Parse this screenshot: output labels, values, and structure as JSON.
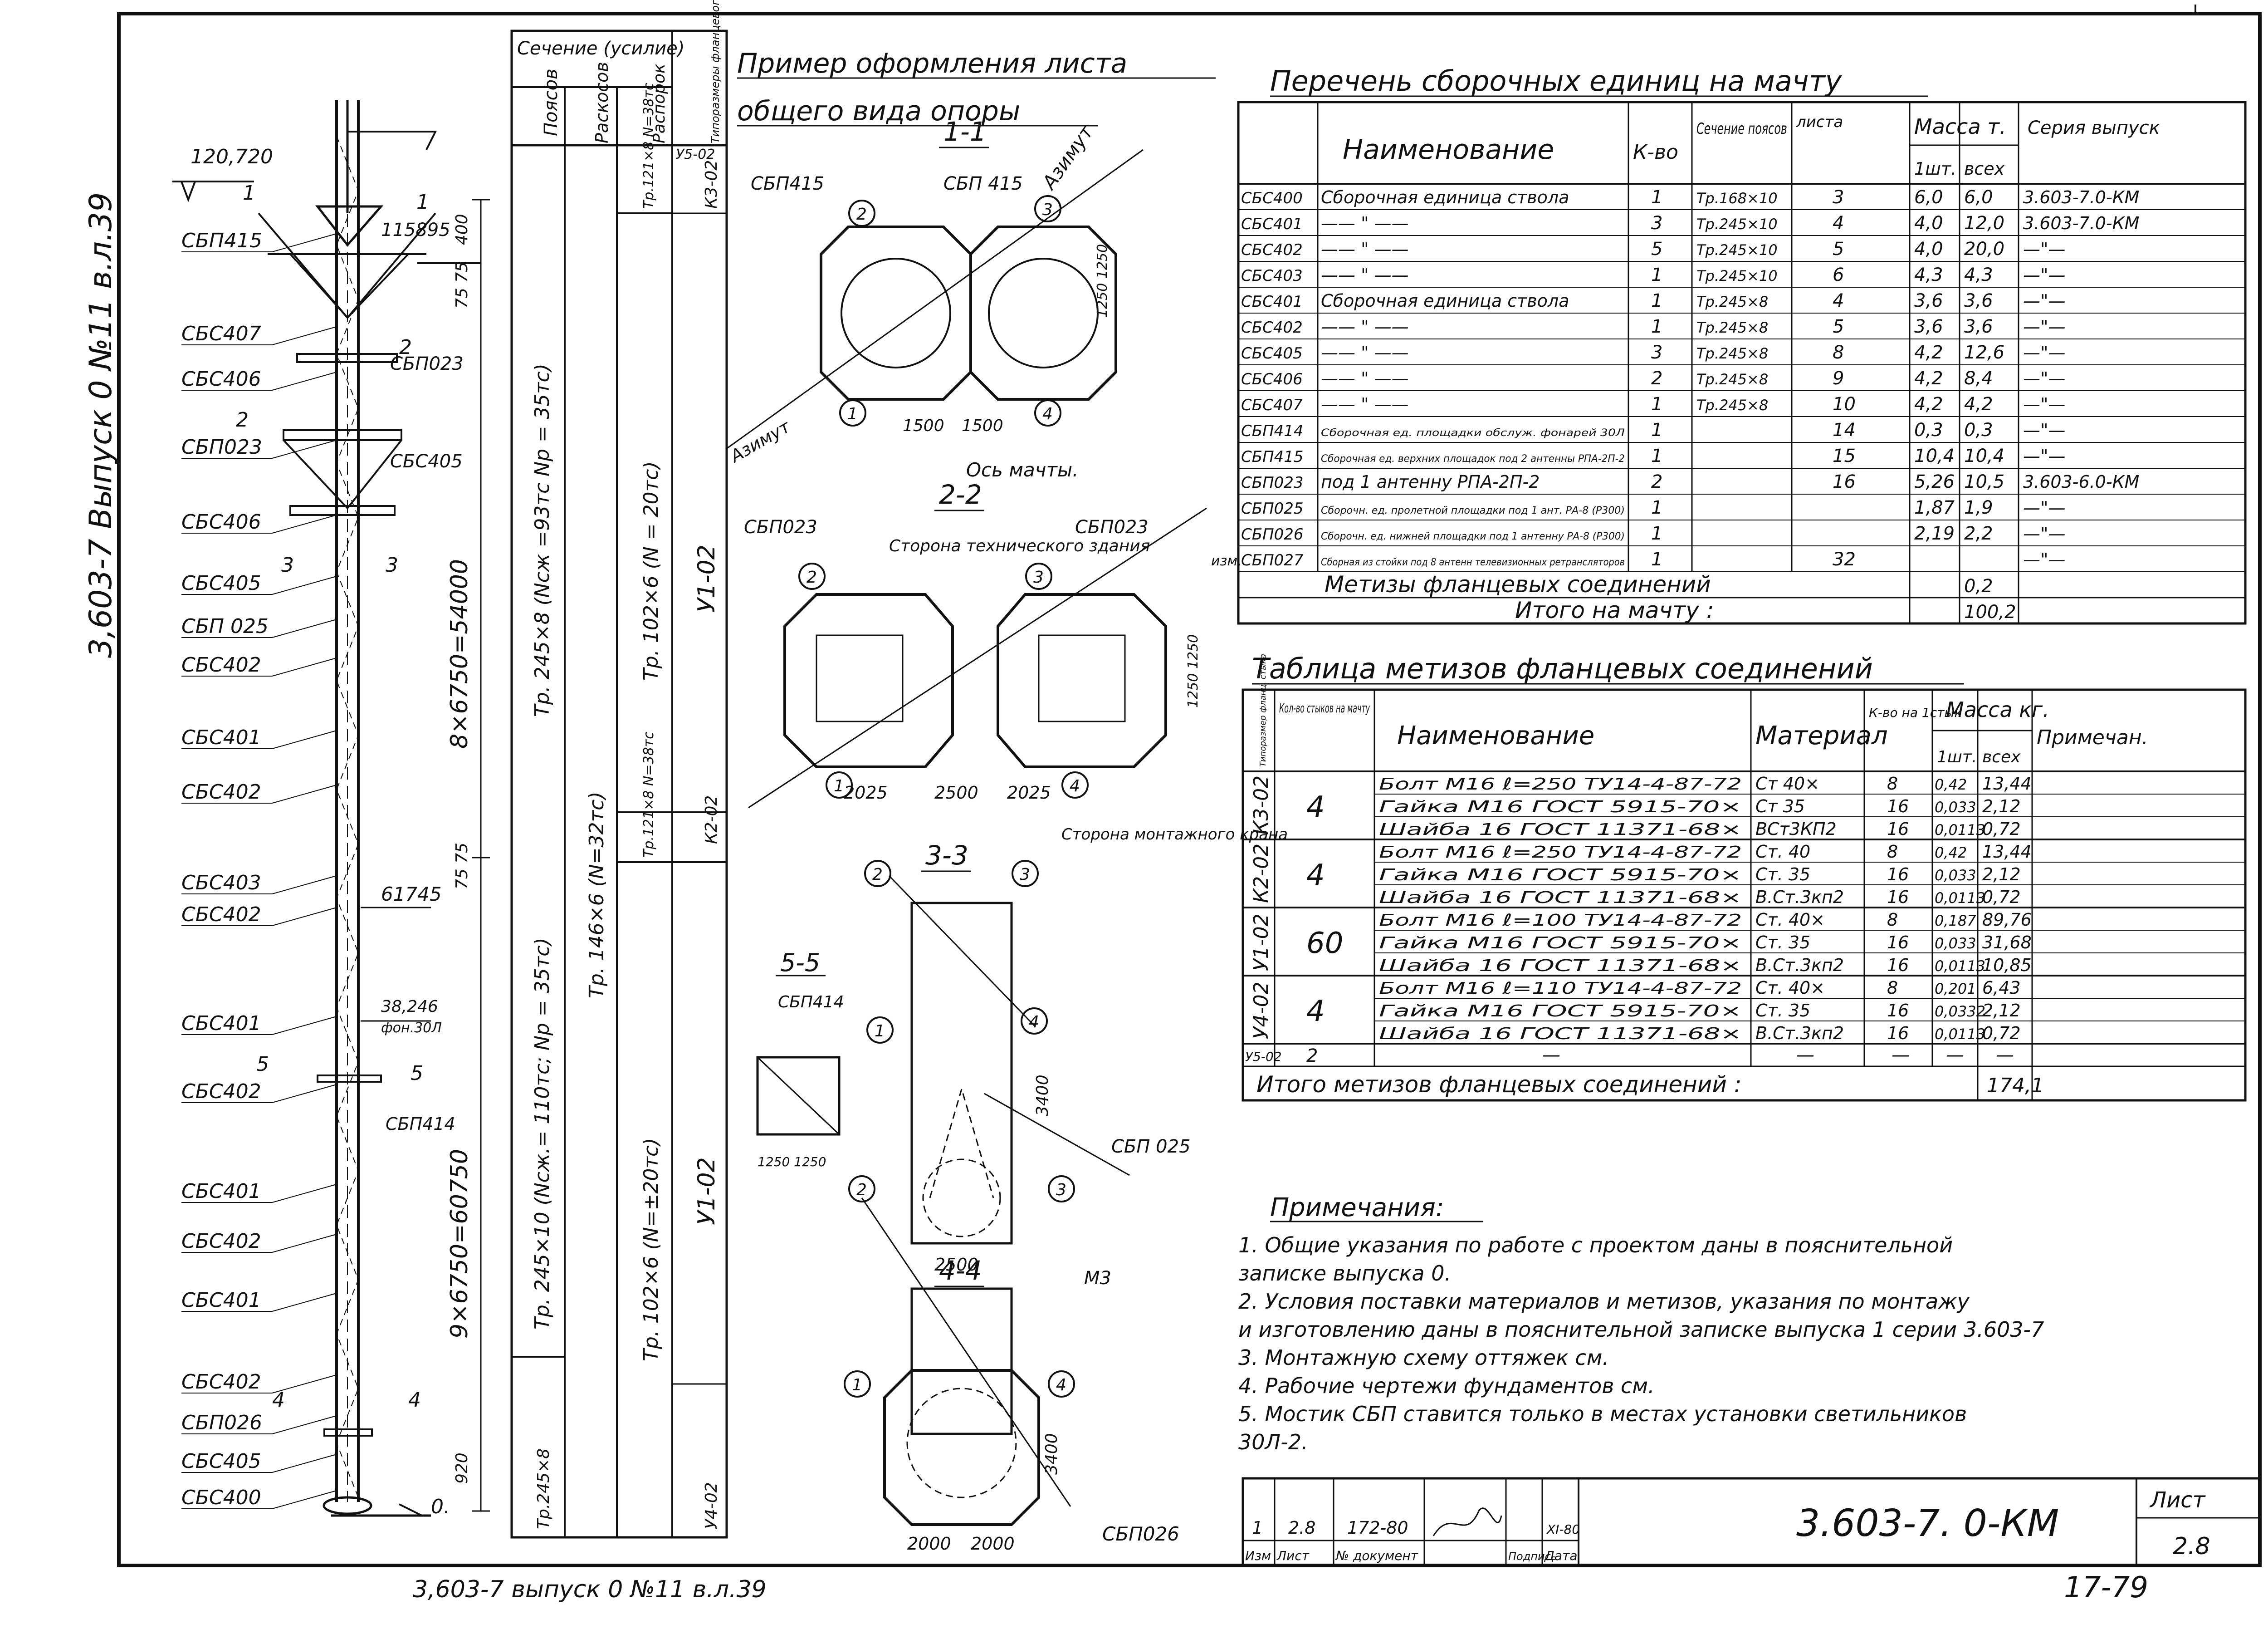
{
  "side_stamp": "3,603-7 Выпуск 0 №11 в.л.39",
  "mast": {
    "labels": [
      "СБП415",
      "СБС407",
      "СБС406",
      "СБП023",
      "СБС406",
      "СБС405",
      "СБП 025",
      "СБС402",
      "СБС401",
      "СБС402",
      "СБС403",
      "СБС402",
      "СБС401",
      "СБС402",
      "СБС401",
      "СБС402",
      "СБС401",
      "СБС402",
      "СБП026",
      "СБС405",
      "СБС400"
    ],
    "right_labels": [
      "СБП023",
      "СБС405",
      "СБП414"
    ],
    "elev_top": "120,720",
    "elev_2": "115895",
    "elev_3": "61745",
    "elev_4": "38,246",
    "elev_4b": "фон.30Л",
    "elev_zero": "0.",
    "dim_upper": "8×6750=54000",
    "dim_lower": "9×6750=60750",
    "dim_top": "400",
    "dim_75a": "75 75",
    "dim_75b": "75 75",
    "dim_920": "920",
    "section_marks": [
      "1",
      "2",
      "2",
      "3",
      "3",
      "5",
      "5",
      "4",
      "4"
    ]
  },
  "section_table": {
    "header": [
      "Сечение (усилие)",
      "Поясов",
      "Раскосов",
      "Распорок",
      "Типоразмеры фланцевого стыка"
    ],
    "belt_upper": "Тр. 245×8 (Nсж =93тс Nр = 35тс)",
    "belt_lower": "Тр. 245×10 (Nсж.= 110тс; Nр = 35тс)",
    "belt_bottom": "Тр.245×8",
    "brace_upper": "Тр. 146×6 (N=32тс)",
    "strut_1": "Тр.121×8 N=38тс",
    "strut_2": "Тр. 102×6 (N = 20тс)",
    "strut_3": "Тр.121×8 N=38тс",
    "strut_4": "Тр. 102×6 (N=±20тс)",
    "flange": [
      "У5-02",
      "К3-02",
      "У1-02",
      "К2-02",
      "У1-02",
      "У4-02"
    ]
  },
  "example": {
    "title_1": "Пример оформления листа",
    "title_2": "общего вида опоры",
    "s11": "1-1",
    "s22": "2-2",
    "s33": "3-3",
    "s44": "4-4",
    "s55": "5-5",
    "azimut": "Азимут",
    "mast_axis": "Ось мачты.",
    "tech_side": "Сторона технического здания",
    "crane_side": "Сторона монтажного крана",
    "d1500": "1500",
    "d2025": "2025",
    "d2500": "2500",
    "d1250": "1250 1250",
    "d3400": "3400",
    "d2000": "2000",
    "m3": "М3",
    "p415a": "СБП415",
    "p415b": "СБП 415",
    "p023a": "СБП023",
    "p023b": "СБП023",
    "p414": "СБП414",
    "p025": "СБП 025",
    "p026": "СБП026",
    "circle_nums": [
      "1",
      "2",
      "3",
      "4"
    ]
  },
  "assembly": {
    "title": "Перечень сборочных единиц на мачту",
    "headers": [
      "Наименование",
      "К-во",
      "Сечение поясов",
      "листа",
      "Масса т.",
      "1шт.",
      "всех",
      "Серия выпуск"
    ],
    "rows": [
      [
        "СБС400",
        "Сборочная единица ствола",
        "1",
        "Тр.168×10",
        "3",
        "6,0",
        "6,0",
        "3.603-7.0-КМ"
      ],
      [
        "СБС401",
        "—— \" ——",
        "3",
        "Тр.245×10",
        "4",
        "4,0",
        "12,0",
        "3.603-7.0-КМ"
      ],
      [
        "СБС402",
        "—— \" ——",
        "5",
        "Тр.245×10",
        "5",
        "4,0",
        "20,0",
        "—\"—"
      ],
      [
        "СБС403",
        "—— \" ——",
        "1",
        "Тр.245×10",
        "6",
        "4,3",
        "4,3",
        "—\"—"
      ],
      [
        "СБС401",
        "Сборочная единица ствола",
        "1",
        "Тр.245×8",
        "4",
        "3,6",
        "3,6",
        "—\"—"
      ],
      [
        "СБС402",
        "—— \" ——",
        "1",
        "Тр.245×8",
        "5",
        "3,6",
        "3,6",
        "—\"—"
      ],
      [
        "СБС405",
        "—— \" ——",
        "3",
        "Тр.245×8",
        "8",
        "4,2",
        "12,6",
        "—\"—"
      ],
      [
        "СБС406",
        "—— \" ——",
        "2",
        "Тр.245×8",
        "9",
        "4,2",
        "8,4",
        "—\"—"
      ],
      [
        "СБС407",
        "—— \" ——",
        "1",
        "Тр.245×8",
        "10",
        "4,2",
        "4,2",
        "—\"—"
      ],
      [
        "СБП414",
        "Сборочная ед. площадки обслуж. фонарей 30Л",
        "1",
        "",
        "14",
        "0,3",
        "0,3",
        "—\"—"
      ],
      [
        "СБП415",
        "Сборочная ед. верхних площадок под 2 антенны РПА-2П-2",
        "1",
        "",
        "15",
        "10,4",
        "10,4",
        "—\"—"
      ],
      [
        "СБП023",
        "под 1 антенну РПА-2П-2",
        "2",
        "",
        "16",
        "5,26",
        "10,5",
        "3.603-6.0-КМ"
      ],
      [
        "СБП025",
        "Сборочн. ед. пролетной площадки под 1 ант. РА-8 (Р300)",
        "1",
        "",
        "",
        "1,87",
        "1,9",
        "—\"—"
      ],
      [
        "СБП026",
        "Сборочн. ед. нижней площадки под 1 антенну РА-8 (Р300)",
        "1",
        "",
        "",
        "2,19",
        "2,2",
        "—\"—"
      ],
      [
        "СБП027",
        "Сборная из стойки под 8 антенн телевизионных ретрансляторов",
        "1",
        "",
        "32",
        "",
        "",
        "—\"—"
      ]
    ],
    "izv": "изм.",
    "metizy_label": "Метизы фланцевых соединений",
    "metizy_mass": "0,2",
    "total_label": "Итого на мачту :",
    "total_mass": "100,2"
  },
  "metizy": {
    "title": "Таблица метизов фланцевых соединений",
    "headers": [
      "Типоразмер фланц. стыка",
      "Кол-во стыков на мачту",
      "Наименование",
      "Материал",
      "К-во на 1стык",
      "Масса кг.",
      "1шт.",
      "всех",
      "Примечан."
    ],
    "groups": [
      {
        "type": "К3-02",
        "count": "4",
        "rows": [
          [
            "Болт М16 ℓ=250 ТУ14-4-87-72",
            "Ст 40×",
            "8",
            "0,42",
            "13,44"
          ],
          [
            "Гайка М16 ГОСТ 5915-70×",
            "Ст 35",
            "16",
            "0,033",
            "2,12"
          ],
          [
            "Шайба 16 ГОСТ 11371-68×",
            "ВСт3КП2",
            "16",
            "0,0113",
            "0,72"
          ]
        ]
      },
      {
        "type": "К2-02",
        "count": "4",
        "rows": [
          [
            "Болт М16 ℓ=250 ТУ14-4-87-72",
            "Ст. 40",
            "8",
            "0,42",
            "13,44"
          ],
          [
            "Гайка М16 ГОСТ 5915-70×",
            "Ст. 35",
            "16",
            "0,033",
            "2,12"
          ],
          [
            "Шайба 16 ГОСТ 11371-68×",
            "В.Ст.3кп2",
            "16",
            "0,0113",
            "0,72"
          ]
        ]
      },
      {
        "type": "У1-02",
        "count": "60",
        "rows": [
          [
            "Болт М16 ℓ=100 ТУ14-4-87-72",
            "Ст. 40×",
            "8",
            "0,187",
            "89,76"
          ],
          [
            "Гайка М16 ГОСТ 5915-70×",
            "Ст. 35",
            "16",
            "0,033",
            "31,68"
          ],
          [
            "Шайба 16 ГОСТ 11371-68×",
            "В.Ст.3кп2",
            "16",
            "0,0113",
            "10,85"
          ]
        ]
      },
      {
        "type": "У4-02",
        "count": "4",
        "rows": [
          [
            "Болт М16 ℓ=110 ТУ14-4-87-72",
            "Ст. 40×",
            "8",
            "0,201",
            "6,43"
          ],
          [
            "Гайка М16 ГОСТ 5915-70×",
            "Ст. 35",
            "16",
            "0,0332",
            "2,12"
          ],
          [
            "Шайба 16 ГОСТ 11371-68×",
            "В.Ст.3кп2",
            "16",
            "0,0113",
            "0,72"
          ]
        ]
      }
    ],
    "u5": {
      "type": "У5-02",
      "count": "2",
      "dash": "—"
    },
    "total_label": "Итого метизов фланцевых соединений :",
    "total_mass": "174,1"
  },
  "notes": {
    "title": "Примечания:",
    "items": [
      "1. Общие указания по работе с проектом даны в пояснительной",
      "   записке выпуска 0.",
      "2. Условия поставки материалов и метизов, указания по монтажу",
      "   и изготовлению даны в пояснительной записке выпуска 1 серии 3.603-7",
      "3. Монтажную схему оттяжек см.",
      "4. Рабочие чертежи фундаментов см.",
      "5. Мостик СБП ставится только в местах установки светильников",
      "   30Л-2."
    ]
  },
  "title_block": {
    "code": "3.603-7. 0-КМ",
    "sheet_label": "Лист",
    "sheet_no": "2.8",
    "rev": [
      "1",
      "2.8",
      "172-80",
      "",
      "XI-80"
    ],
    "rev_headers": [
      "Изм",
      "Лист",
      "№ документ",
      "Подпись",
      "Дата"
    ]
  },
  "footer": {
    "stamp": "3,603-7 выпуск 0 №11 в.л.39",
    "number": "17-79"
  }
}
